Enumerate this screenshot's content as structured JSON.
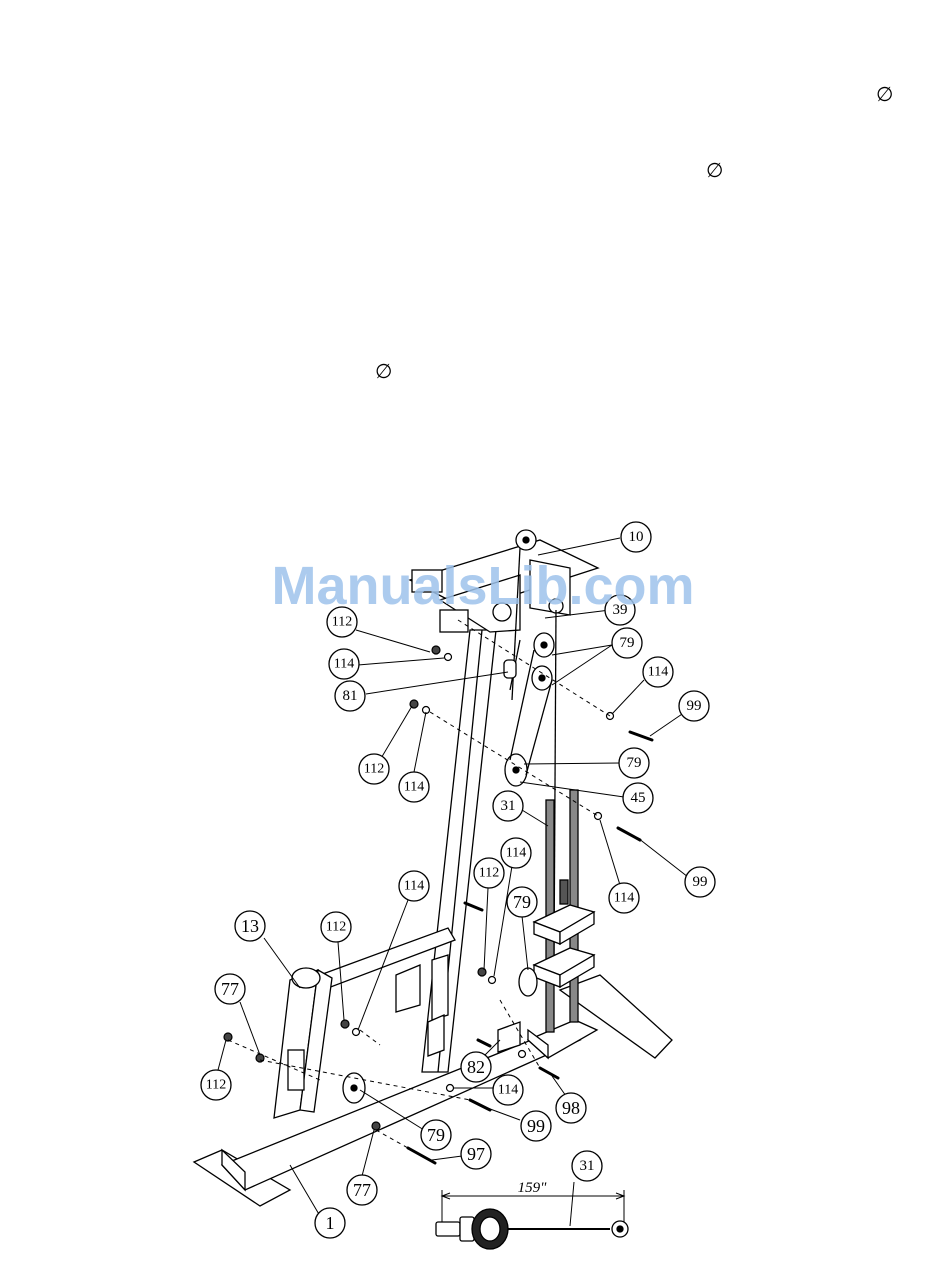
{
  "symbols": {
    "diameter": [
      "∅",
      "∅",
      "∅"
    ]
  },
  "watermark": "ManualsLib.com",
  "callouts": [
    "10",
    "39",
    "79",
    "112",
    "114",
    "81",
    "114",
    "99",
    "112",
    "114",
    "79",
    "45",
    "31",
    "99",
    "114",
    "114",
    "112",
    "114",
    "13",
    "112",
    "79",
    "77",
    "82",
    "114",
    "98",
    "112",
    "99",
    "79",
    "97",
    "77",
    "1"
  ],
  "cable_detail": {
    "part": "31",
    "length": "159\""
  },
  "colors": {
    "line": "#000000",
    "watermark": "#9ec3ec"
  }
}
